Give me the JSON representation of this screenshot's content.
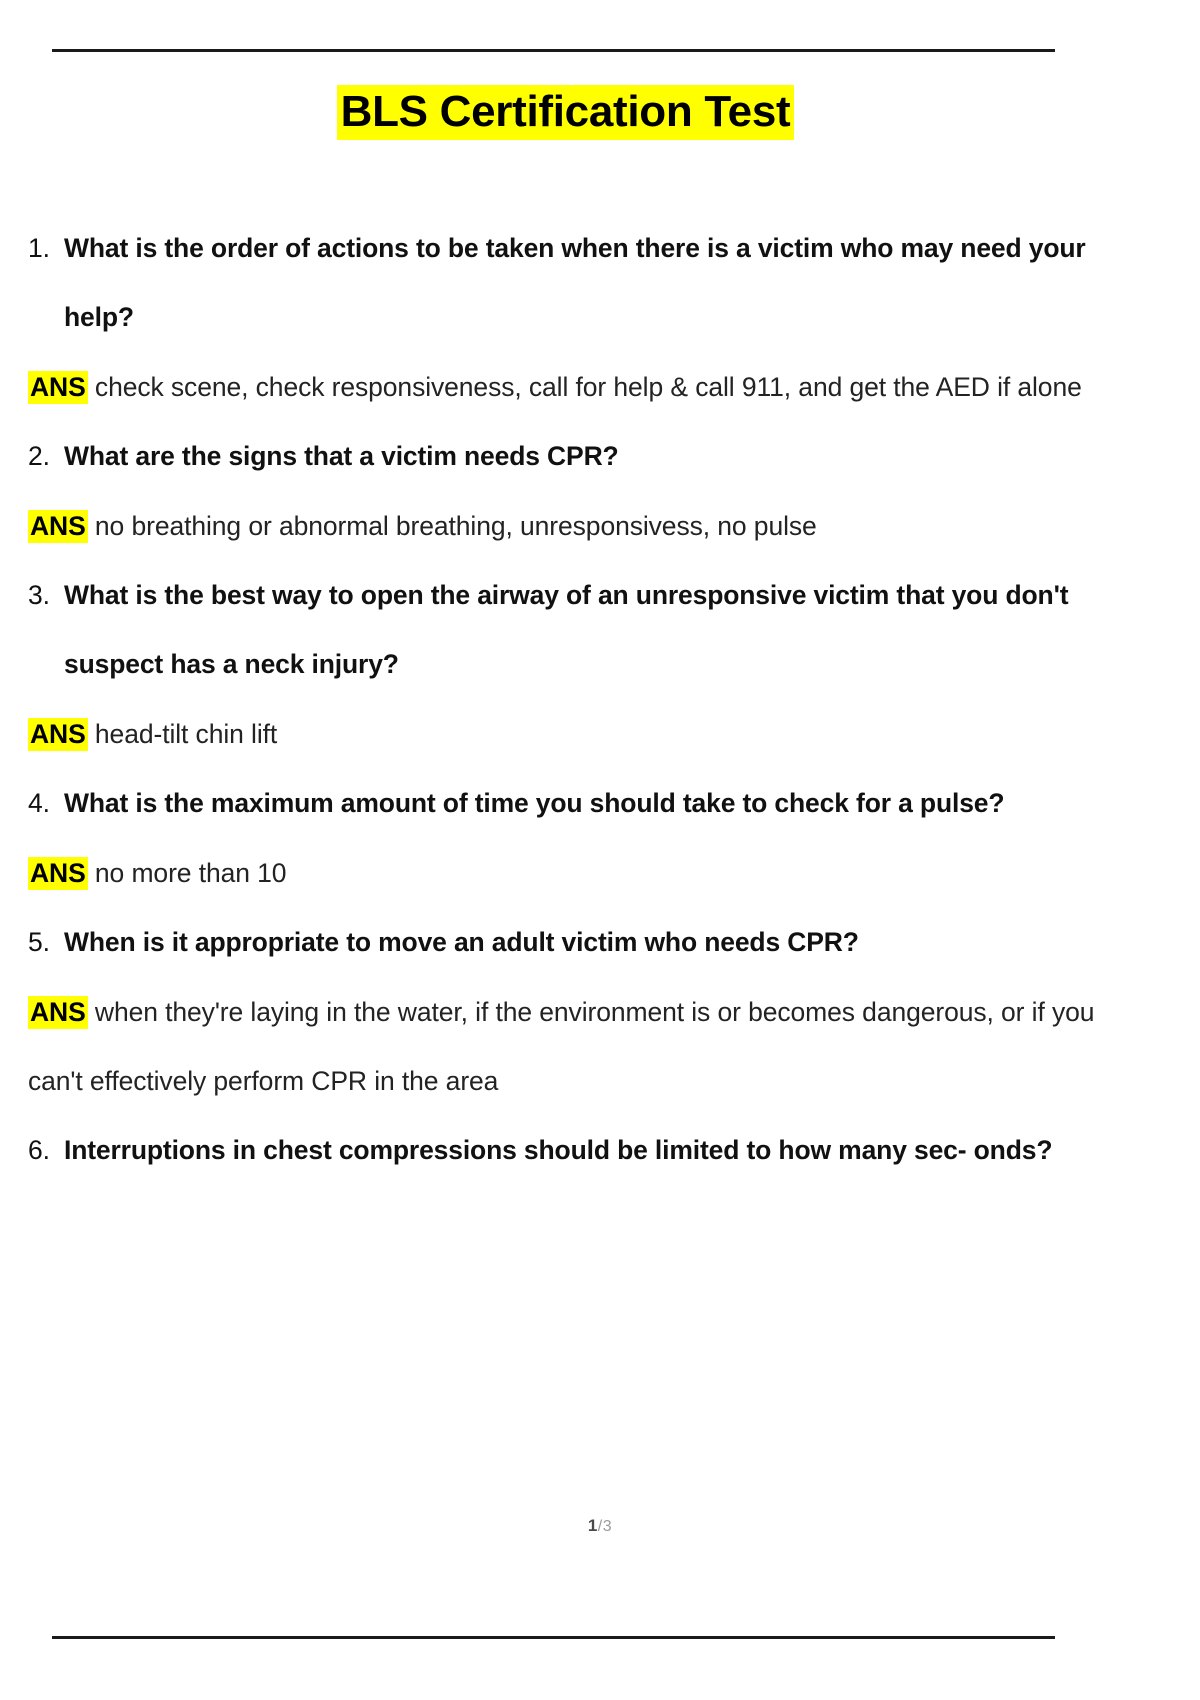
{
  "document": {
    "title": "BLS Certification Test",
    "title_highlight_color": "#ffff00",
    "answer_tag": "ANS",
    "items": [
      {
        "number": "1.",
        "question": "What is the order of actions to be taken when there is a victim who may need your help?",
        "answer": "check scene, check responsiveness, call for help & call 911, and get the AED if alone"
      },
      {
        "number": "2.",
        "question": "What are the signs that a victim needs CPR?",
        "answer": "no breathing or abnormal breathing, unresponsivess, no pulse"
      },
      {
        "number": "3.",
        "question": "What is the best way to open the airway of an unresponsive victim that you don't suspect has a neck injury?",
        "answer": "head-tilt chin lift"
      },
      {
        "number": "4.",
        "question": "What is the maximum amount of time you should take to check for a pulse?",
        "answer": "no more than 10"
      },
      {
        "number": "5.",
        "question": "When is it appropriate to move an adult victim who needs CPR?",
        "answer": "when they're laying in the water, if the environment is or becomes dangerous, or if you can't effectively perform CPR in the area"
      },
      {
        "number": "6.",
        "question": "Interruptions in chest compressions should be limited to how many sec- onds?",
        "answer": ""
      }
    ]
  },
  "footer": {
    "current_page": "1",
    "separator": "/",
    "total_pages": "3"
  }
}
